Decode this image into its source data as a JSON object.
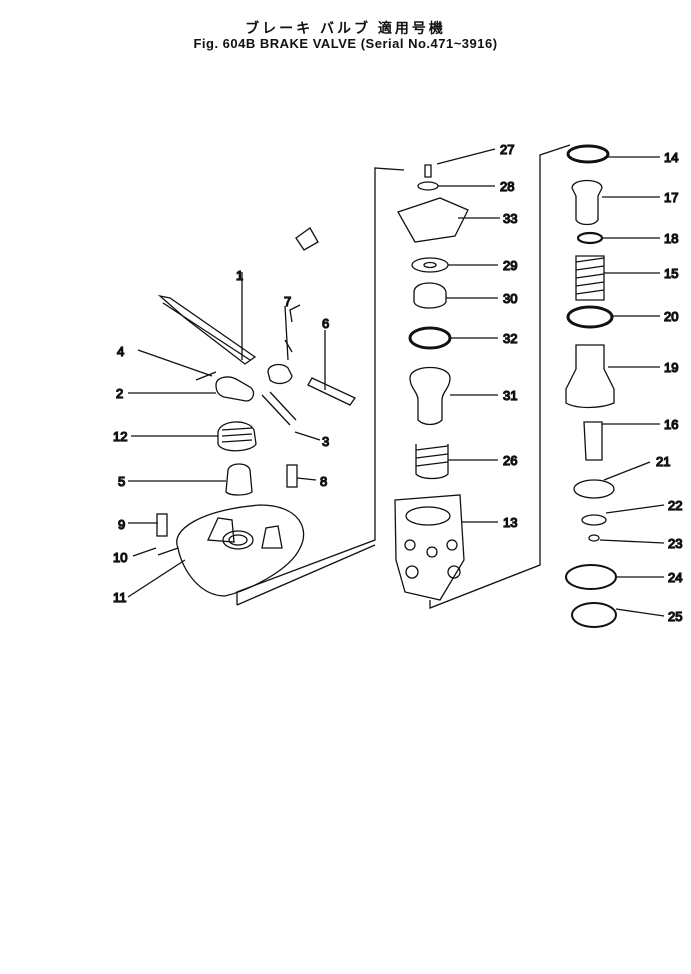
{
  "title_jp": "ブレーキ バルブ 適用号機",
  "title_en": "Fig. 604B  BRAKE VALVE (Serial No.471~3916)",
  "callouts": [
    "1",
    "2",
    "3",
    "4",
    "5",
    "6",
    "7",
    "8",
    "9",
    "10",
    "11",
    "12",
    "13",
    "14",
    "15",
    "16",
    "17",
    "18",
    "19",
    "20",
    "21",
    "22",
    "23",
    "24",
    "25",
    "26",
    "27",
    "28",
    "29",
    "30",
    "31",
    "32",
    "33"
  ],
  "parts": {
    "pedal": "pedal-arm",
    "plate": "mounting-plate",
    "body": "valve-body",
    "piston": "piston",
    "spring": "spring"
  },
  "colors": {
    "ink": "#111111",
    "paper": "#ffffff"
  }
}
